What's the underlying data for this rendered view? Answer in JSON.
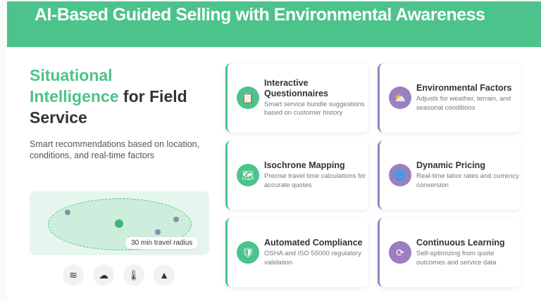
{
  "header": {
    "title": "AI-Based Guided Selling with Environmental Awareness"
  },
  "left": {
    "heading_green": "Situational Intelligence",
    "heading_dark_1": " for",
    "heading_dark_2": "Field Service",
    "subtitle": "Smart recommendations based on location, conditions, and real-time factors",
    "map_label": "30 min travel radius",
    "icons": [
      {
        "name": "wind-icon",
        "glyph": "≋"
      },
      {
        "name": "rain-cloud-icon",
        "glyph": "☁"
      },
      {
        "name": "thermometer-icon",
        "glyph": "🌡"
      },
      {
        "name": "mountain-icon",
        "glyph": "▲"
      }
    ]
  },
  "cards": [
    {
      "title": "Interactive Questionnaires",
      "desc": "Smart service bundle suggestions based on customer history",
      "icon": "📋"
    },
    {
      "title": "Environmental Factors",
      "desc": "Adjusts for weather, terrain, and seasonal conditions",
      "icon": "⛅"
    },
    {
      "title": "Isochrone Mapping",
      "desc": "Precise travel time calculations for accurate quotes",
      "icon": "🗺"
    },
    {
      "title": "Dynamic Pricing",
      "desc": "Real-time labor rates and currency conversion",
      "icon": "🌐"
    },
    {
      "title": "Automated Compliance",
      "desc": "OSHA and ISO 55000 regulatory validation",
      "icon": "🛡"
    },
    {
      "title": "Continuous Learning",
      "desc": "Self-optimizing from quote outcomes and service data",
      "icon": "⟳"
    }
  ],
  "colors": {
    "green": "#4cc38a",
    "purple": "#9b7fc1"
  }
}
